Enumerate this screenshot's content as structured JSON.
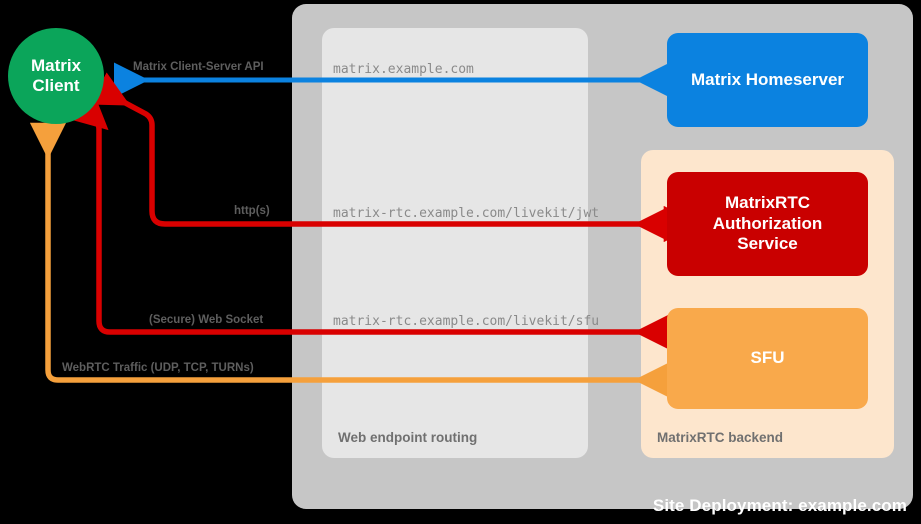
{
  "diagram": {
    "site_panel": {
      "deployment_label": "Site Deployment: example.com"
    },
    "web_endpoint": {
      "label": "Web endpoint routing"
    },
    "matrixrtc_backend": {
      "label": "MatrixRTC backend"
    },
    "nodes": {
      "client": {
        "line1": "Matrix",
        "line2": "Client",
        "color": "#0ba55a"
      },
      "homeserver": {
        "label": "Matrix Homeserver",
        "color": "#0b82e0"
      },
      "auth_service": {
        "line1": "MatrixRTC",
        "line2": "Authorization",
        "line3": "Service",
        "color": "#c90000"
      },
      "sfu": {
        "label": "SFU",
        "color": "#f9a94b"
      }
    },
    "flows": [
      {
        "protocol_label": "Matrix Client-Server API",
        "endpoint_label": "matrix.example.com",
        "color": "#0b82e0"
      },
      {
        "protocol_label": "http(s)",
        "endpoint_label": "matrix-rtc.example.com/livekit/jwt",
        "color": "#d90000"
      },
      {
        "protocol_label": "(Secure) Web Socket",
        "endpoint_label": "matrix-rtc.example.com/livekit/sfu",
        "color": "#d90000"
      },
      {
        "protocol_label": "WebRTC Traffic (UDP, TCP, TURNs)",
        "endpoint_label": "",
        "color": "#f5a03c"
      }
    ]
  }
}
